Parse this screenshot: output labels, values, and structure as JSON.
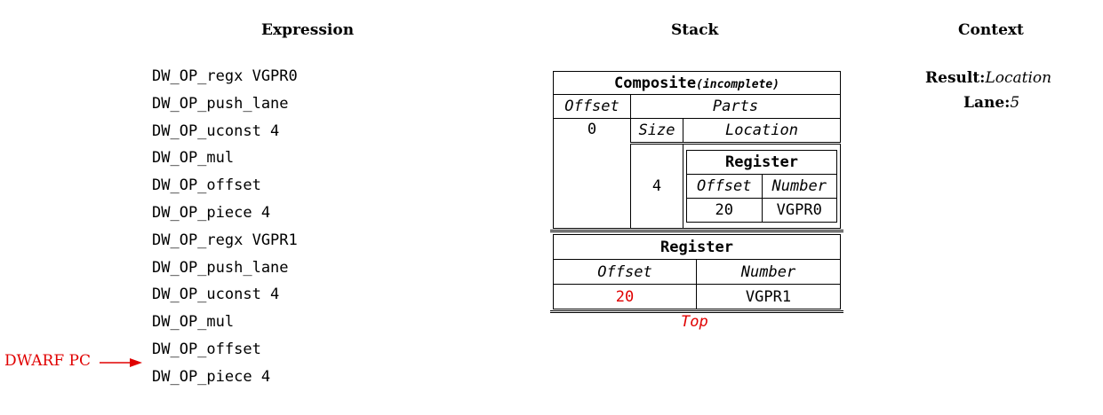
{
  "headers": {
    "expression": "Expression",
    "stack": "Stack",
    "context": "Context"
  },
  "expression_ops": [
    "DW_OP_regx VGPR0",
    "DW_OP_push_lane",
    "DW_OP_uconst 4",
    "DW_OP_mul",
    "DW_OP_offset",
    "DW_OP_piece 4",
    "DW_OP_regx VGPR1",
    "DW_OP_push_lane",
    "DW_OP_uconst 4",
    "DW_OP_mul",
    "DW_OP_offset",
    "DW_OP_piece 4"
  ],
  "pc_marker": {
    "label": "DWARF PC",
    "color": "#e00000"
  },
  "stack": {
    "composite": {
      "title": "Composite",
      "status": "(incomplete)",
      "offset_header": "Offset",
      "parts_header": "Parts",
      "offset_value": "0",
      "size_header": "Size",
      "location_header": "Location",
      "size_value": "4",
      "inner_register": {
        "title": "Register",
        "offset_header": "Offset",
        "number_header": "Number",
        "offset_value": "20",
        "number_value": "VGPR0"
      }
    },
    "top_register": {
      "title": "Register",
      "offset_header": "Offset",
      "number_header": "Number",
      "offset_value": "20",
      "number_value": "VGPR1"
    },
    "top_label": "Top"
  },
  "context": {
    "result_label": "Result:",
    "result_value": "Location",
    "lane_label": "Lane:",
    "lane_value": "5"
  }
}
